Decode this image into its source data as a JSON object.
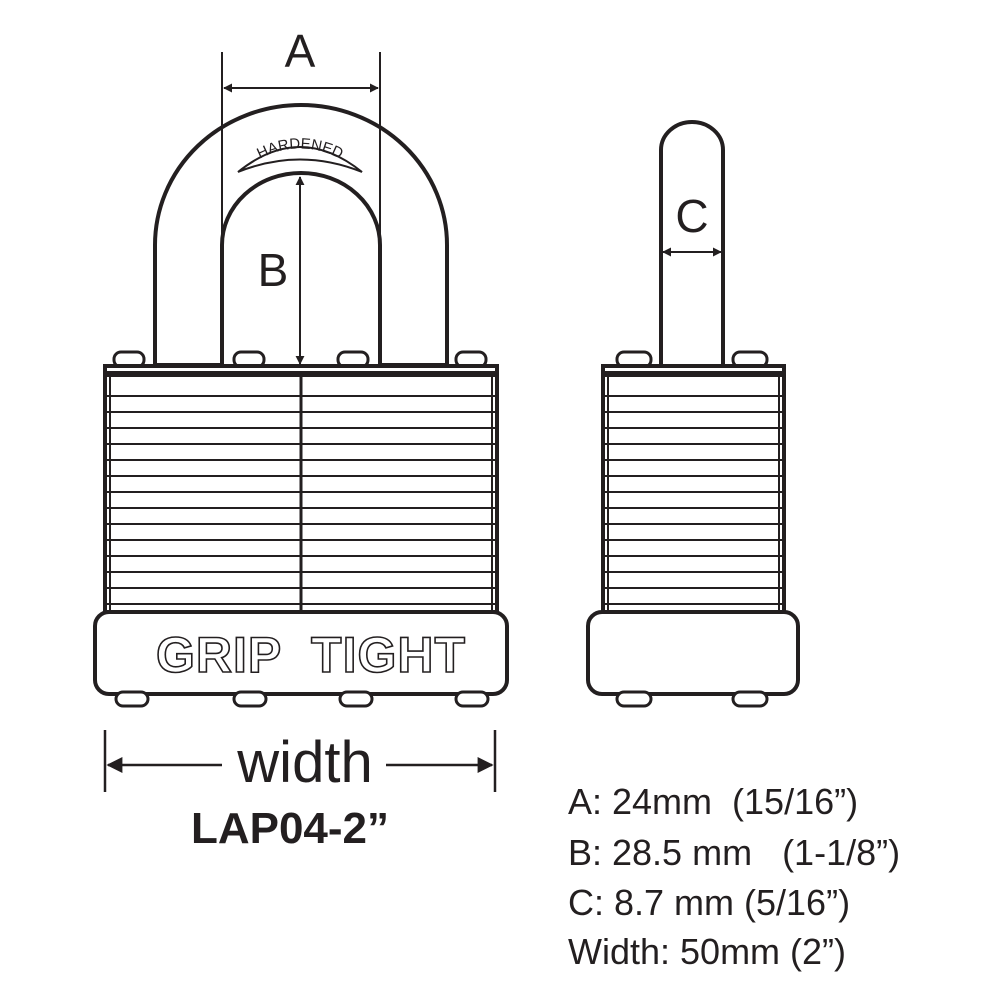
{
  "dimension_labels": {
    "a": "A",
    "b": "B",
    "c": "C",
    "width": "width"
  },
  "shackle_stamp": "HARDENED",
  "brand_text": "GRIP  TIGHT",
  "model": "LAP04-2”",
  "specs": [
    "A: 24mm  (15/16”)",
    "B: 28.5 mm   (1-1/8”)",
    "C: 8.7 mm (5/16”)",
    "Width: 50mm (2”)"
  ],
  "colors": {
    "ink": "#231f20",
    "background": "#ffffff"
  }
}
